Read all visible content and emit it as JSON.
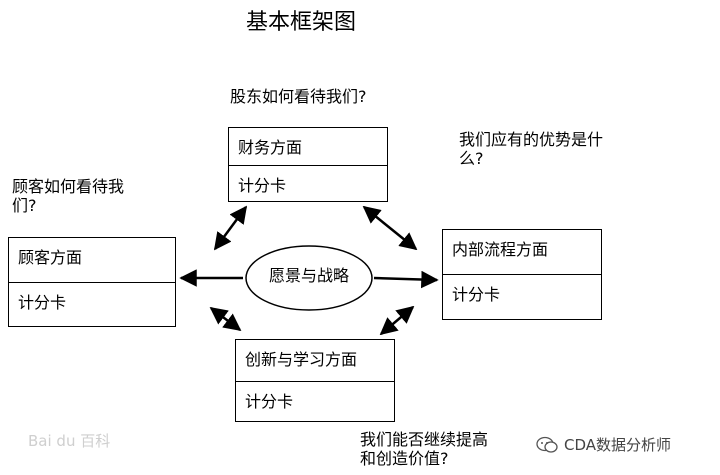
{
  "title": "基本框架图",
  "questions": {
    "shareholder": "股东如何看待我们?",
    "customer": "顾客如何看待我们?",
    "advantage": "我们应有的优势是什么?",
    "innovation": "我们能否继续提高和创造价值?"
  },
  "cards": {
    "finance": {
      "header": "财务方面",
      "body": "计分卡"
    },
    "customer": {
      "header": "顾客方面",
      "body": "计分卡"
    },
    "internal": {
      "header": "内部流程方面",
      "body": "计分卡"
    },
    "learning": {
      "header": "创新与学习方面",
      "body": "计分卡"
    }
  },
  "center": {
    "label": "愿景与战略"
  },
  "watermarks": {
    "left": "Bai du 百科",
    "right": "CDA数据分析师"
  }
}
